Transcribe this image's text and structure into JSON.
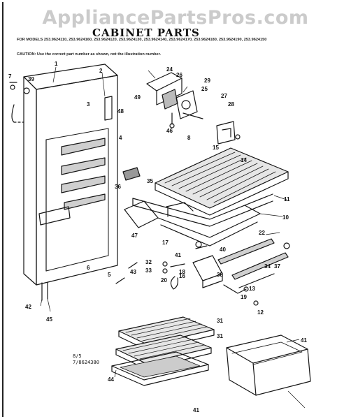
{
  "watermark": "AppliancePartsPros.com",
  "title": "CABINET PARTS",
  "models_line": "FOR MODELS 253.9624110, 253.9624160, 253.9624120, 253.9624130, 253.9624140, 253.9624170, 253.9624180, 253.9624190, 253.9624150",
  "caution_line": "CAUTION: Use the correct part number as shown, not the illustration number.",
  "footer": {
    "page": "8/5",
    "code": "7/8624380"
  },
  "callouts": [
    {
      "id": "c1",
      "label": "1"
    },
    {
      "id": "c2",
      "label": "2"
    },
    {
      "id": "c3",
      "label": "3"
    },
    {
      "id": "c4",
      "label": "4"
    },
    {
      "id": "c5",
      "label": "5"
    },
    {
      "id": "c6",
      "label": "6"
    },
    {
      "id": "c7",
      "label": "7"
    },
    {
      "id": "c8",
      "label": "8"
    },
    {
      "id": "c10",
      "label": "10"
    },
    {
      "id": "c11",
      "label": "11"
    },
    {
      "id": "c12",
      "label": "12"
    },
    {
      "id": "c13",
      "label": "13"
    },
    {
      "id": "c14",
      "label": "14"
    },
    {
      "id": "c15",
      "label": "15"
    },
    {
      "id": "c16",
      "label": "16"
    },
    {
      "id": "c17",
      "label": "17"
    },
    {
      "id": "c18",
      "label": "18"
    },
    {
      "id": "c19",
      "label": "19"
    },
    {
      "id": "c20",
      "label": "20"
    },
    {
      "id": "c22",
      "label": "22"
    },
    {
      "id": "c24",
      "label": "24"
    },
    {
      "id": "c25",
      "label": "25"
    },
    {
      "id": "c26",
      "label": "26"
    },
    {
      "id": "c27",
      "label": "27"
    },
    {
      "id": "c28",
      "label": "28"
    },
    {
      "id": "c29",
      "label": "29"
    },
    {
      "id": "c31a",
      "label": "31"
    },
    {
      "id": "c31b",
      "label": "31"
    },
    {
      "id": "c32",
      "label": "32"
    },
    {
      "id": "c33",
      "label": "33"
    },
    {
      "id": "c34",
      "label": "34"
    },
    {
      "id": "c35",
      "label": "35"
    },
    {
      "id": "c36",
      "label": "36"
    },
    {
      "id": "c37",
      "label": "37"
    },
    {
      "id": "c38",
      "label": "38"
    },
    {
      "id": "c39",
      "label": "39"
    },
    {
      "id": "c40",
      "label": "40"
    },
    {
      "id": "c41a",
      "label": "41"
    },
    {
      "id": "c41b",
      "label": "41"
    },
    {
      "id": "c41c",
      "label": "41"
    },
    {
      "id": "c42",
      "label": "42"
    },
    {
      "id": "c43",
      "label": "43"
    },
    {
      "id": "c44",
      "label": "44"
    },
    {
      "id": "c45",
      "label": "45"
    },
    {
      "id": "c46",
      "label": "46"
    },
    {
      "id": "c47",
      "label": "47"
    },
    {
      "id": "c48",
      "label": "48"
    },
    {
      "id": "c49",
      "label": "49"
    }
  ]
}
